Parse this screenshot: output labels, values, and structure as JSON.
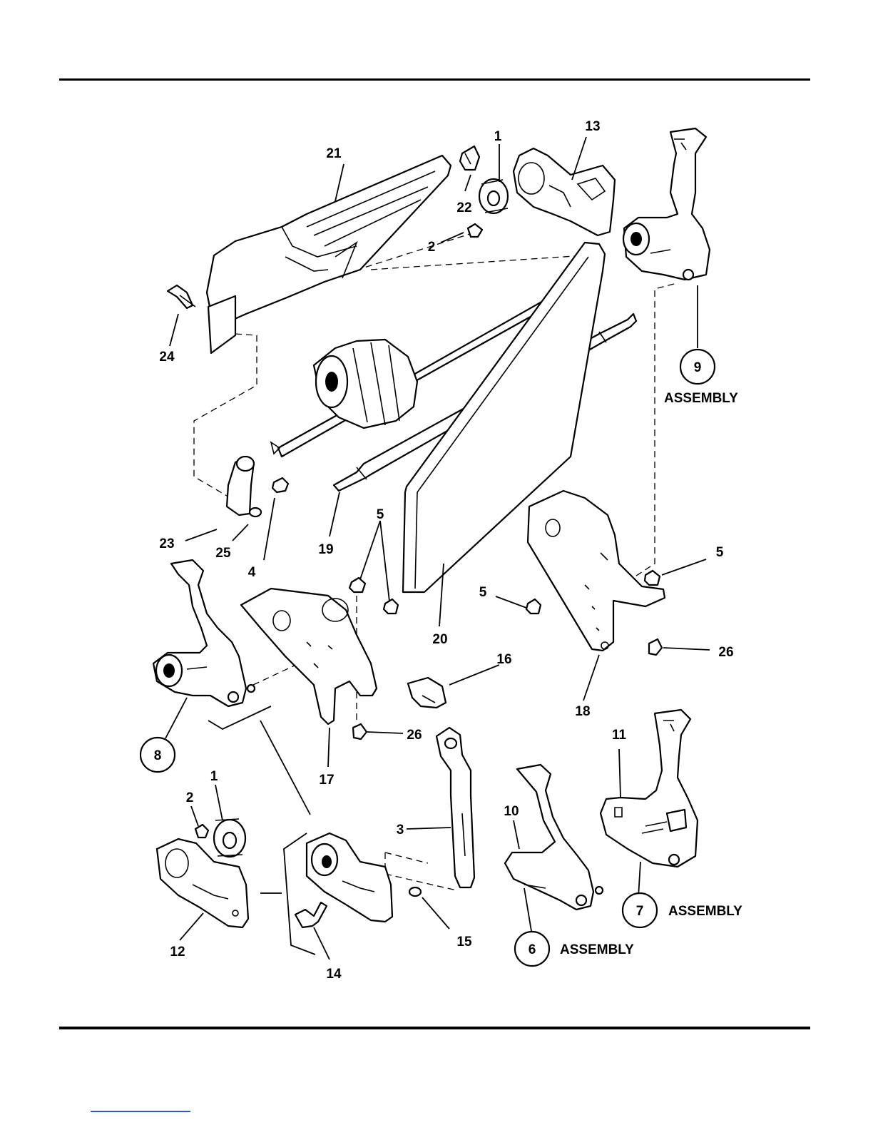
{
  "callouts": {
    "c1": "1",
    "c13": "13",
    "c21": "21",
    "c22": "22",
    "c2": "2",
    "c24": "24",
    "c9": "9",
    "c23": "23",
    "c25": "25",
    "c4": "4",
    "c19": "19",
    "c5a": "5",
    "c20": "20",
    "c5b": "5",
    "c5c": "5",
    "c26a": "26",
    "c16": "16",
    "c18": "18",
    "c8": "8",
    "c17": "17",
    "c26b": "26",
    "c11": "11",
    "c1b": "1",
    "c2b": "2",
    "c3": "3",
    "c10": "10",
    "c7": "7",
    "c12": "12",
    "c15": "15",
    "c14": "14",
    "c6": "6"
  },
  "labels": {
    "assembly_9": "ASSEMBLY",
    "assembly_7": "ASSEMBLY",
    "assembly_6": "ASSEMBLY"
  }
}
